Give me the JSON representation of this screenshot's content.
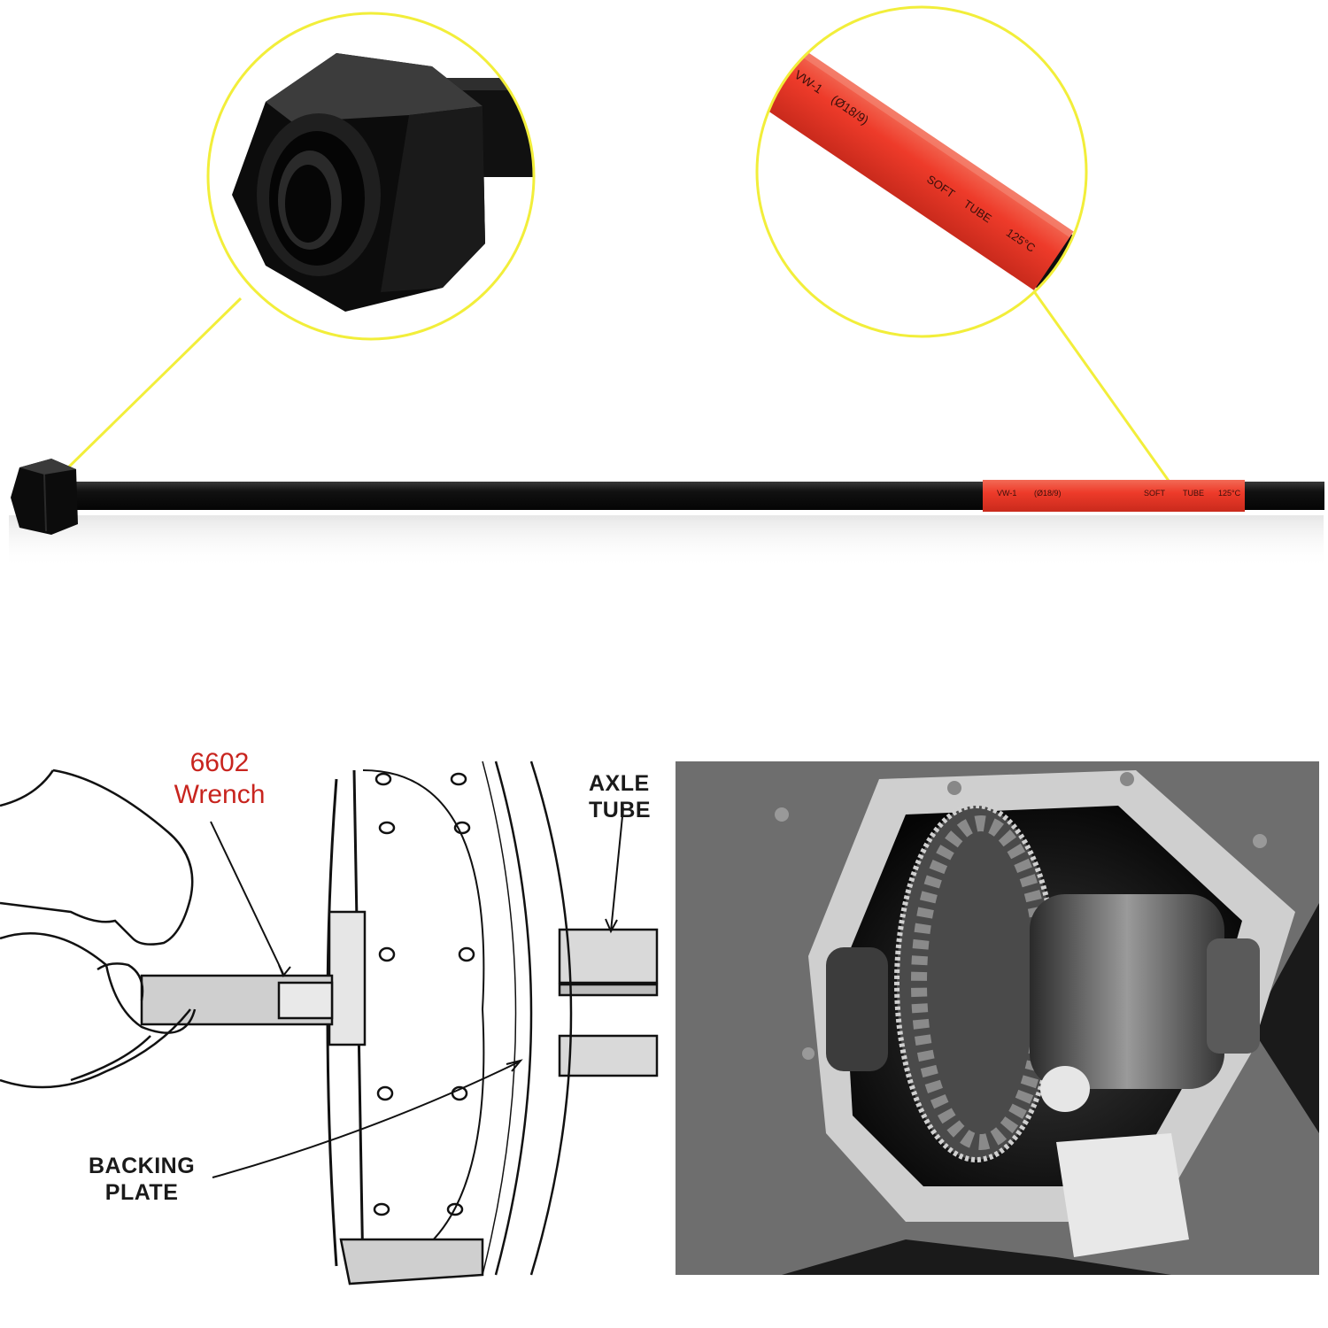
{
  "colors": {
    "callout": "#f2ee3a",
    "sleeve": "#ee3b2a",
    "tool_black": "#0e0e0e",
    "label_red": "#c8241e"
  },
  "sleeve_print": {
    "part_a": "VW-1",
    "part_b": "(Ø18/9)",
    "part_c": "SOFT",
    "part_d": "TUBE",
    "part_e": "125°C"
  },
  "diagram": {
    "wrench_number": "6602",
    "wrench_word": "Wrench",
    "axle_line1": "AXLE",
    "axle_line2": "TUBE",
    "backing_line1": "BACKING",
    "backing_line2": "PLATE"
  },
  "icons": {
    "hex_nut": "hex-socket-icon",
    "tool": "hex-wrench-icon"
  }
}
